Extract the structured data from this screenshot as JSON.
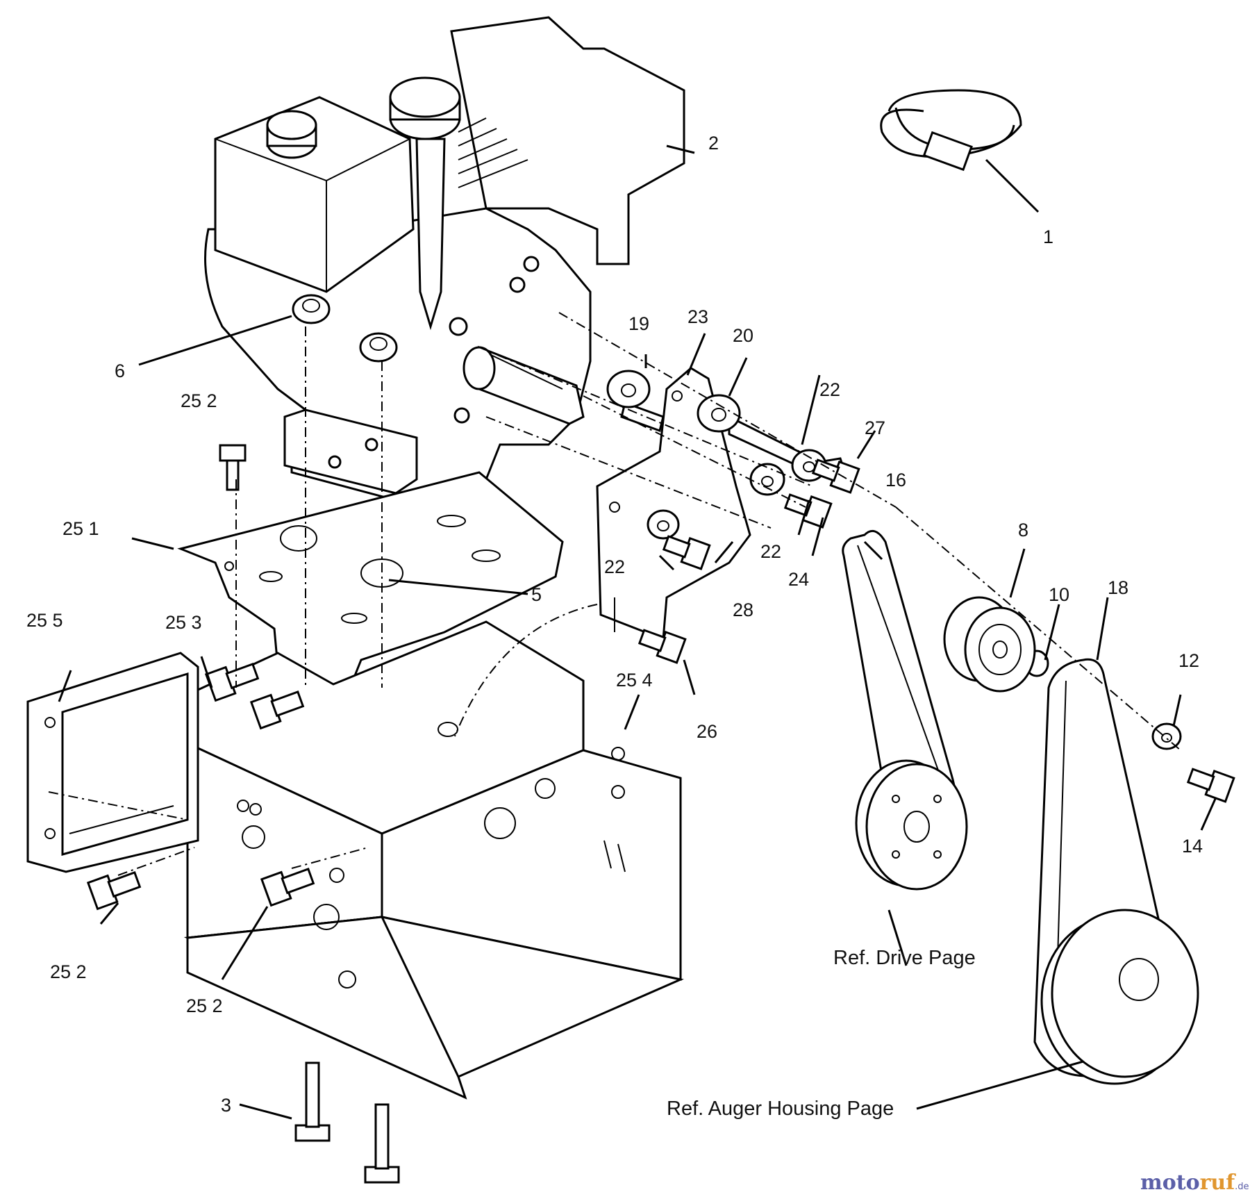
{
  "callouts": [
    {
      "text": "1"
    },
    {
      "text": "2"
    },
    {
      "text": "19"
    },
    {
      "text": "23"
    },
    {
      "text": "20"
    },
    {
      "text": "22"
    },
    {
      "text": "27"
    },
    {
      "text": "16"
    },
    {
      "text": "6"
    },
    {
      "text": "25  2"
    },
    {
      "text": "25  1"
    },
    {
      "text": "5"
    },
    {
      "text": "22"
    },
    {
      "text": "28"
    },
    {
      "text": "22"
    },
    {
      "text": "24"
    },
    {
      "text": "8"
    },
    {
      "text": "10"
    },
    {
      "text": "18"
    },
    {
      "text": "25  5"
    },
    {
      "text": "25  3"
    },
    {
      "text": "25  4"
    },
    {
      "text": "26"
    },
    {
      "text": "12"
    },
    {
      "text": "14"
    },
    {
      "text": "25  2"
    },
    {
      "text": "25  2"
    },
    {
      "text": "3"
    }
  ],
  "references": {
    "drive": "Ref. Drive Page",
    "auger": "Ref. Auger Housing Page"
  },
  "watermark": {
    "part1": "moto",
    "part2": "ruf",
    "suffix": ".de"
  }
}
